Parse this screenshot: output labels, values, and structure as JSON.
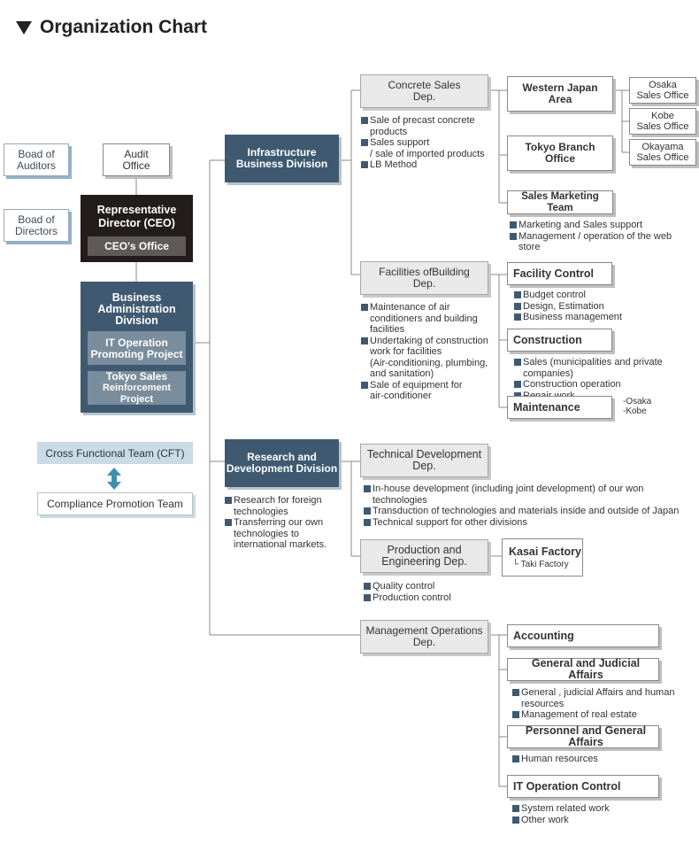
{
  "title": "Organization Chart",
  "left": {
    "board_of_auditors": [
      "Boad of",
      "Auditors"
    ],
    "audit_office": [
      "Audit",
      "Office"
    ],
    "board_of_directors": [
      "Boad of",
      "Directors"
    ],
    "ceo": [
      "Representative",
      "Director (CEO)"
    ],
    "ceo_office": "CEO's Office",
    "business_admin": [
      "Business",
      "Administration",
      "Division"
    ],
    "project1": [
      "IT Operation",
      "Promoting Project"
    ],
    "project2": [
      "Tokyo Sales",
      "Reinforcement Project"
    ],
    "cft": "Cross Functional Team (CFT)",
    "compliance": "Compliance Promotion Team"
  },
  "divisions": {
    "infrastructure": [
      "Infrastructure",
      "Business Division"
    ],
    "research": [
      "Research and",
      "Development Division"
    ]
  },
  "research_list": [
    [
      "Research for foreign",
      "technologies"
    ],
    [
      "Transferring our own",
      "technologies to",
      "international markets."
    ]
  ],
  "departments": {
    "concrete": [
      "Concrete Sales",
      "Dep."
    ],
    "facilities": [
      "Facilities ofBuilding",
      "Dep."
    ],
    "technical": [
      "Technical Development",
      "Dep."
    ],
    "production": [
      "Production and",
      "Engineering Dep."
    ],
    "management": [
      "Management Operations",
      "Dep."
    ]
  },
  "concrete_list": [
    [
      "Sale of precast concrete",
      "products",
      " / sale of imported products"
    ],
    [
      "LB Method"
    ]
  ],
  "concrete_list_support": "Sales support",
  "facilities_list": [
    [
      "Maintenance of air",
      "conditioners and building",
      "facilities"
    ],
    [
      "Undertaking of construction",
      "work for facilities",
      "(Air-conditioning, plumbing,",
      "and sanitation)"
    ],
    [
      "Sale of equipment for",
      "air-conditioner"
    ]
  ],
  "technical_list": [
    [
      "In-house development (including  joint development) of our won",
      "technologies"
    ],
    [
      "Transduction of technologies and materials inside and outside of Japan"
    ],
    [
      "Technical support for other divisions"
    ]
  ],
  "production_list": [
    [
      "Quality control"
    ],
    [
      "Production control"
    ]
  ],
  "sections": {
    "western_japan": [
      "Western Japan",
      "Area"
    ],
    "tokyo_branch": [
      "Tokyo Branch",
      "Office"
    ],
    "sales_marketing": "Sales Marketing Team",
    "facility_control": "Facility Control",
    "construction": "Construction",
    "maintenance": "Maintenance",
    "kasai": "Kasai Factory",
    "taki": "└ Taki Factory",
    "accounting": "Accounting",
    "general_judicial": "General and Judicial Affairs",
    "personnel": "Personnel and General Affairs",
    "it_control": "IT Operation Control"
  },
  "offices": {
    "osaka": [
      "Osaka",
      "Sales Office"
    ],
    "kobe": [
      "Kobe",
      "Sales Office"
    ],
    "okayama": [
      "Okayama",
      "Sales Office"
    ]
  },
  "maintenance_note": [
    "-Osaka",
    "-Kobe"
  ],
  "sales_marketing_list": [
    [
      "Marketing and Sales support"
    ],
    [
      "Management  /  operation of the web store"
    ]
  ],
  "facility_control_list": [
    [
      "Budget control"
    ],
    [
      "Design, Estimation"
    ],
    [
      "Business management"
    ]
  ],
  "construction_list": [
    [
      "Sales (municipalities and private companies)"
    ],
    [
      "Construction operation"
    ],
    [
      "Repair work"
    ]
  ],
  "general_list": [
    [
      "General , judicial Affairs and human",
      "resources"
    ],
    [
      "Management of  real estate"
    ]
  ],
  "personnel_list": [
    [
      "Human resources"
    ]
  ],
  "it_list": [
    [
      "System related work"
    ],
    [
      "Other work"
    ]
  ],
  "colors": {
    "division": "#3f5a70",
    "ceo": "#221c1c",
    "bullet": "#3f5a70",
    "cft_bg": "#c9dbe4",
    "arrow": "#3f8fb0"
  }
}
